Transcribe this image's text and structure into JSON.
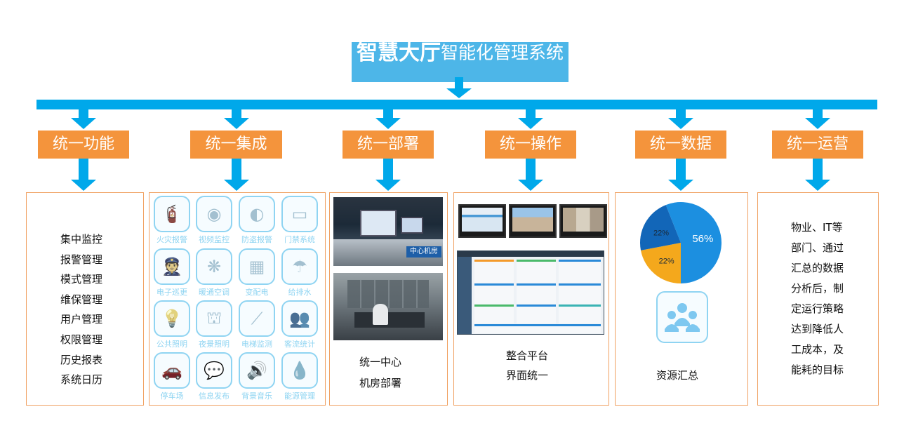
{
  "title": {
    "main": "智慧大厅",
    "sub": "智能化管理系统"
  },
  "categories": [
    {
      "label": "统一功能"
    },
    {
      "label": "统一集成"
    },
    {
      "label": "统一部署"
    },
    {
      "label": "统一操作"
    },
    {
      "label": "统一数据"
    },
    {
      "label": "统一运营"
    }
  ],
  "functions": [
    "集中监控",
    "报警管理",
    "模式管理",
    "维保管理",
    "用户管理",
    "权限管理",
    "历史报表",
    "系统日历"
  ],
  "integration": [
    {
      "label": "火灾报警",
      "icon": "fire-extinguisher-icon"
    },
    {
      "label": "视频监控",
      "icon": "dome-camera-icon"
    },
    {
      "label": "防盗报警",
      "icon": "alarm-siren-icon"
    },
    {
      "label": "门禁系统",
      "icon": "access-card-icon"
    },
    {
      "label": "电子巡更",
      "icon": "guard-patrol-icon"
    },
    {
      "label": "暖通空调",
      "icon": "air-conditioner-icon"
    },
    {
      "label": "变配电",
      "icon": "transformer-icon"
    },
    {
      "label": "给排水",
      "icon": "shower-icon"
    },
    {
      "label": "公共照明",
      "icon": "light-bulb-icon"
    },
    {
      "label": "夜景照明",
      "icon": "building-lights-icon"
    },
    {
      "label": "电梯监测",
      "icon": "escalator-icon"
    },
    {
      "label": "客流统计",
      "icon": "people-group-icon"
    },
    {
      "label": "停车场",
      "icon": "car-icon"
    },
    {
      "label": "信息发布",
      "icon": "speech-bubble-icon"
    },
    {
      "label": "背景音乐",
      "icon": "speaker-icon"
    },
    {
      "label": "能源管理",
      "icon": "energy-drop-icon"
    }
  ],
  "deployment": {
    "photo_tag": "中心机房",
    "lines": [
      "统一中心",
      "机房部署"
    ]
  },
  "operation": {
    "lines": [
      "整合平台",
      "界面统一"
    ]
  },
  "data_panel": {
    "pie": [
      {
        "label": "56%",
        "value": 56,
        "color": "#1c8fe0"
      },
      {
        "label": "22%",
        "value": 22,
        "color": "#f4a81c"
      },
      {
        "label": "22%",
        "value": 22,
        "color": "#1266b8"
      }
    ],
    "caption": "资源汇总"
  },
  "operations_text": [
    "物业、IT等",
    "部门、通过",
    "汇总的数据",
    "分析后，制",
    "定运行策略",
    "达到降低人",
    "工成本，及",
    "能耗的目标"
  ],
  "colors": {
    "accent_blue": "#00a8ea",
    "title_blue": "#4db6e8",
    "orange": "#f4943c",
    "icon_blue": "#8fd4f2"
  }
}
